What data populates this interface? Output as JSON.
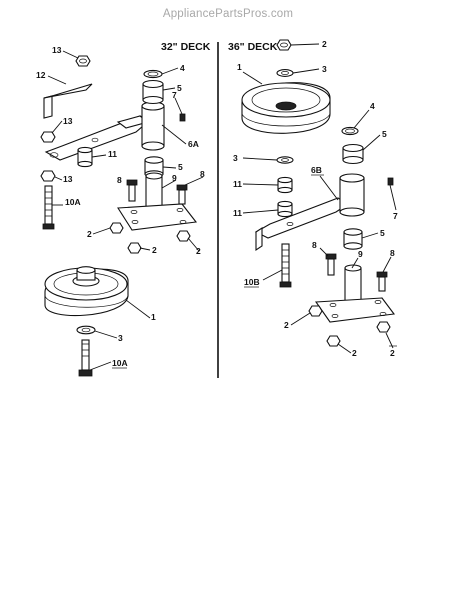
{
  "watermark": "AppliancePartsPros.com",
  "sections": {
    "left": "32\" DECK",
    "right": "36\" DECK"
  },
  "callouts": [
    "13",
    "12",
    "13",
    "13",
    "10A",
    "11",
    "4",
    "5",
    "7",
    "6A",
    "5",
    "8",
    "9",
    "8",
    "2",
    "2",
    "2",
    "1",
    "3",
    "10A",
    "2",
    "1",
    "3",
    "4",
    "5",
    "3",
    "11",
    "6B",
    "11",
    "7",
    "5",
    "8",
    "9",
    "8",
    "10B",
    "2",
    "2",
    "2"
  ]
}
